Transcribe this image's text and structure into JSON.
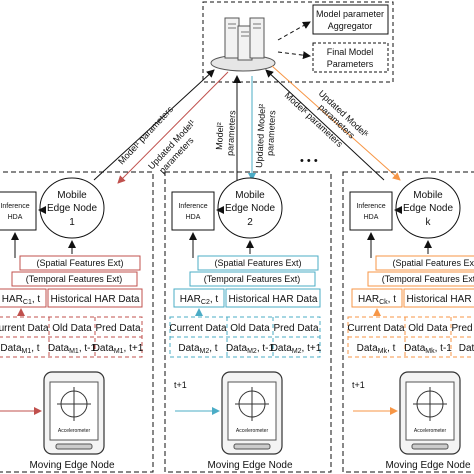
{
  "server": {
    "aggregator_line1": "Model parameter",
    "aggregator_line2": "Aggregator",
    "final_line1": "Final Model",
    "final_line2": "Parameters"
  },
  "links": {
    "model1_params": "Model¹ parameters",
    "updated_model1_line1": "Updated Model¹",
    "updated_model1_line2": "parameters",
    "model2_line1": "Model²",
    "model2_line2": "parameters",
    "updated_model2_line1": "Updated Model²",
    "updated_model2_line2": "parameters",
    "modelk_params": "Modelᵏ parameters",
    "updated_modelk_line1": "Updated Modelᵏ",
    "updated_modelk_line2": "parameters",
    "ellipsis": "• • •"
  },
  "nodes": [
    {
      "name_line1": "Mobile",
      "name_line2": "Edge Node",
      "index": "1",
      "inference_line1": "Inference",
      "inference_line2": "HDA",
      "spatial": "(Spatial Features Ext)",
      "temporal": "(Temporal Features Ext)",
      "har": "HAR",
      "har_sub": "C1",
      "har_t": ", t",
      "historical": "Historical HAR Data",
      "current_data": "Current Data",
      "old_data": "Old Data",
      "pred_data": "Pred Data",
      "data_label": "Data",
      "data_sub": "M1",
      "cell_t": ", t",
      "cell_t1": ", t-1",
      "cell_tp1": ", t+1",
      "time_label": "",
      "device_label": "Accelerometer",
      "moving_label": "Moving Edge Node",
      "color": "#c0504d"
    },
    {
      "name_line1": "Mobile",
      "name_line2": "Edge Node",
      "index": "2",
      "inference_line1": "Inference",
      "inference_line2": "HDA",
      "spatial": "(Spatial Features Ext)",
      "temporal": "(Temporal Features Ext)",
      "har": "HAR",
      "har_sub": "C2",
      "har_t": ", t",
      "historical": "Historical HAR Data",
      "current_data": "Current Data",
      "old_data": "Old Data",
      "pred_data": "Pred Data",
      "data_label": "Data",
      "data_sub": "M2",
      "cell_t": ", t",
      "cell_t1": ", t-1",
      "cell_tp1": ", t+1",
      "time_label": "t+1",
      "device_label": "Accelerometer",
      "moving_label": "Moving Edge Node",
      "color": "#4bacc6"
    },
    {
      "name_line1": "Mobile",
      "name_line2": "Edge Node",
      "index": "k",
      "inference_line1": "Inference",
      "inference_line2": "HDA",
      "spatial": "(Spatial Features Ext)",
      "temporal": "(Temporal Features Ext)",
      "har": "HAR",
      "har_sub": "Ck",
      "har_t": ", t",
      "historical": "Historical HAR Data",
      "current_data": "Current Data",
      "old_data": "Old Data",
      "pred_data": "Pred Data",
      "data_label": "Data",
      "data_sub": "Mk",
      "cell_t": ", t",
      "cell_t1": ", t-1",
      "cell_tp1": "",
      "time_label": "t+1",
      "device_label": "Accelerometer",
      "moving_label": "Moving Edge Node",
      "color": "#f79646"
    }
  ],
  "colors": {
    "line": "#111111",
    "node1": "#c0504d",
    "node2": "#4bacc6",
    "nodek": "#f79646"
  }
}
